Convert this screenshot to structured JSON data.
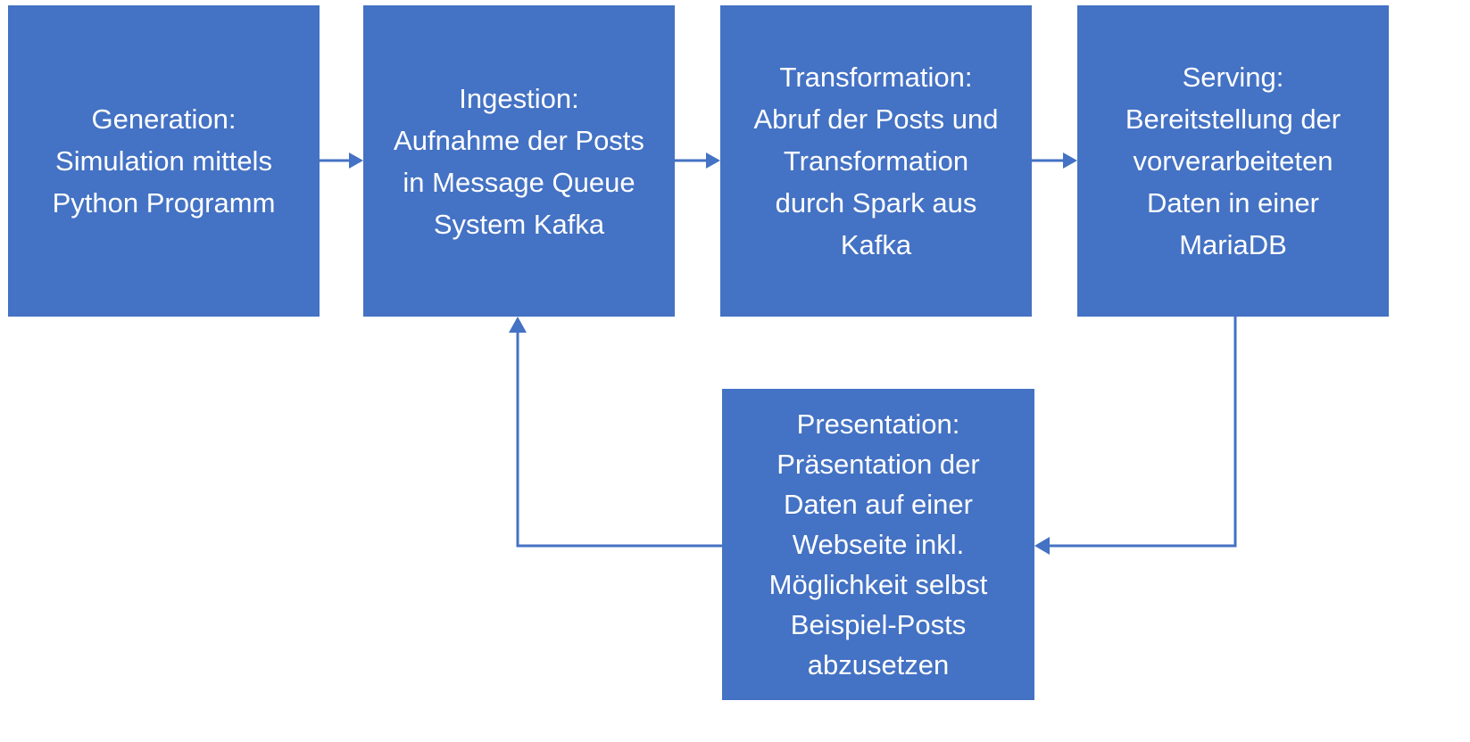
{
  "colors": {
    "box_fill": "#4472c4",
    "text": "#ffffff",
    "connector": "#4472c4"
  },
  "boxes": {
    "generation": {
      "lines": [
        "Generation:",
        "Simulation mittels",
        "Python Programm"
      ]
    },
    "ingestion": {
      "lines": [
        "Ingestion:",
        "Aufnahme der Posts",
        "in Message Queue",
        "System Kafka"
      ]
    },
    "transformation": {
      "lines": [
        "Transformation:",
        "Abruf der Posts und",
        "Transformation",
        "durch Spark aus",
        "Kafka"
      ]
    },
    "serving": {
      "lines": [
        "Serving:",
        "Bereitstellung der",
        "vorverarbeiteten",
        "Daten in einer",
        "MariaDB"
      ]
    },
    "presentation": {
      "lines": [
        "Presentation:",
        "Präsentation der",
        "Daten auf einer",
        "Webseite inkl.",
        "Möglichkeit selbst",
        "Beispiel-Posts",
        "abzusetzen"
      ]
    }
  },
  "connectors": [
    {
      "from": "generation",
      "to": "ingestion"
    },
    {
      "from": "ingestion",
      "to": "transformation"
    },
    {
      "from": "transformation",
      "to": "serving"
    },
    {
      "from": "serving",
      "to": "presentation"
    },
    {
      "from": "presentation",
      "to": "ingestion"
    }
  ]
}
